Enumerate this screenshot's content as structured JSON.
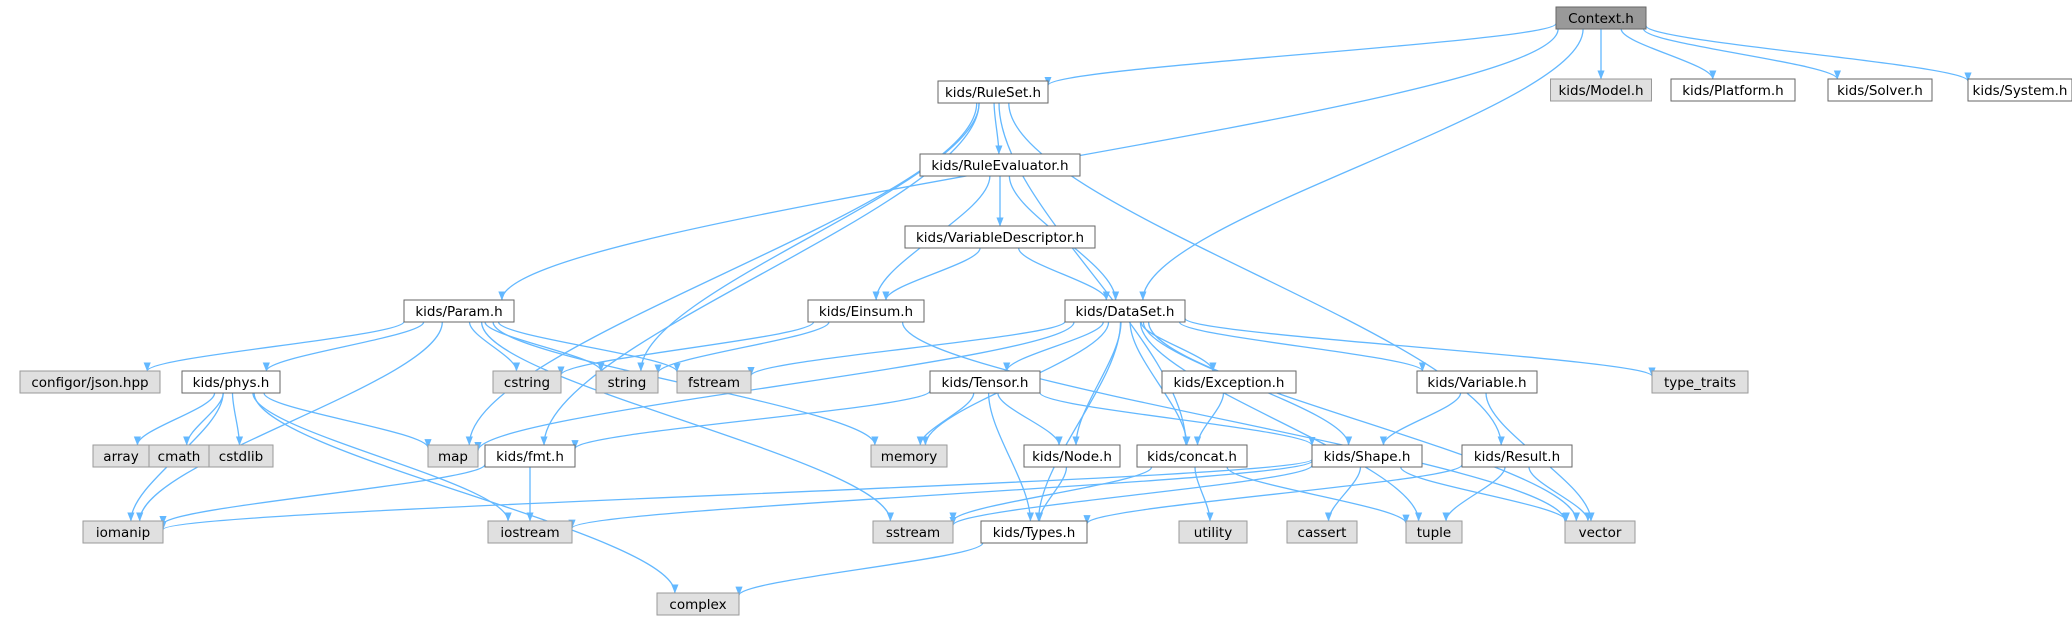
{
  "colors": {
    "edge": "#63B8FF",
    "node_fill": "#FFFFFF",
    "node_border": "#666666",
    "external_fill": "#E0E0E0",
    "external_border": "#999999",
    "root_fill": "#999999",
    "root_border": "#666666"
  },
  "nodes": [
    {
      "id": "context",
      "label": "Context.h",
      "kind": "root"
    },
    {
      "id": "model",
      "label": "kids/Model.h",
      "kind": "external"
    },
    {
      "id": "platform",
      "label": "kids/Platform.h",
      "kind": "internal"
    },
    {
      "id": "solver",
      "label": "kids/Solver.h",
      "kind": "internal"
    },
    {
      "id": "system",
      "label": "kids/System.h",
      "kind": "internal"
    },
    {
      "id": "ruleset",
      "label": "kids/RuleSet.h",
      "kind": "internal"
    },
    {
      "id": "ruleevaluator",
      "label": "kids/RuleEvaluator.h",
      "kind": "internal"
    },
    {
      "id": "variabledescriptor",
      "label": "kids/VariableDescriptor.h",
      "kind": "internal"
    },
    {
      "id": "param",
      "label": "kids/Param.h",
      "kind": "internal"
    },
    {
      "id": "einsum",
      "label": "kids/Einsum.h",
      "kind": "internal"
    },
    {
      "id": "dataset",
      "label": "kids/DataSet.h",
      "kind": "internal"
    },
    {
      "id": "configor",
      "label": "configor/json.hpp",
      "kind": "external"
    },
    {
      "id": "phys",
      "label": "kids/phys.h",
      "kind": "internal"
    },
    {
      "id": "cstring",
      "label": "cstring",
      "kind": "external"
    },
    {
      "id": "string",
      "label": "string",
      "kind": "external"
    },
    {
      "id": "fstream",
      "label": "fstream",
      "kind": "external"
    },
    {
      "id": "tensor",
      "label": "kids/Tensor.h",
      "kind": "internal"
    },
    {
      "id": "exception",
      "label": "kids/Exception.h",
      "kind": "internal"
    },
    {
      "id": "variable",
      "label": "kids/Variable.h",
      "kind": "internal"
    },
    {
      "id": "type_traits",
      "label": "type_traits",
      "kind": "external"
    },
    {
      "id": "array",
      "label": "array",
      "kind": "external"
    },
    {
      "id": "cmath",
      "label": "cmath",
      "kind": "external"
    },
    {
      "id": "cstdlib",
      "label": "cstdlib",
      "kind": "external"
    },
    {
      "id": "map",
      "label": "map",
      "kind": "external"
    },
    {
      "id": "fmt",
      "label": "kids/fmt.h",
      "kind": "internal"
    },
    {
      "id": "memory",
      "label": "memory",
      "kind": "external"
    },
    {
      "id": "node",
      "label": "kids/Node.h",
      "kind": "internal"
    },
    {
      "id": "concat",
      "label": "kids/concat.h",
      "kind": "internal"
    },
    {
      "id": "shape",
      "label": "kids/Shape.h",
      "kind": "internal"
    },
    {
      "id": "result",
      "label": "kids/Result.h",
      "kind": "internal"
    },
    {
      "id": "iomanip",
      "label": "iomanip",
      "kind": "external"
    },
    {
      "id": "iostream",
      "label": "iostream",
      "kind": "external"
    },
    {
      "id": "sstream",
      "label": "sstream",
      "kind": "external"
    },
    {
      "id": "types",
      "label": "kids/Types.h",
      "kind": "internal"
    },
    {
      "id": "utility",
      "label": "utility",
      "kind": "external"
    },
    {
      "id": "cassert",
      "label": "cassert",
      "kind": "external"
    },
    {
      "id": "tuple",
      "label": "tuple",
      "kind": "external"
    },
    {
      "id": "vector",
      "label": "vector",
      "kind": "external"
    },
    {
      "id": "complex",
      "label": "complex",
      "kind": "external"
    }
  ],
  "edges": [
    [
      "context",
      "ruleset"
    ],
    [
      "context",
      "model"
    ],
    [
      "context",
      "platform"
    ],
    [
      "context",
      "solver"
    ],
    [
      "context",
      "system"
    ],
    [
      "context",
      "param"
    ],
    [
      "context",
      "dataset"
    ],
    [
      "ruleset",
      "ruleevaluator"
    ],
    [
      "ruleset",
      "string"
    ],
    [
      "ruleset",
      "map"
    ],
    [
      "ruleset",
      "fmt"
    ],
    [
      "ruleset",
      "concat"
    ],
    [
      "ruleset",
      "result"
    ],
    [
      "ruleevaluator",
      "variabledescriptor"
    ],
    [
      "ruleevaluator",
      "einsum"
    ],
    [
      "ruleevaluator",
      "dataset"
    ],
    [
      "variabledescriptor",
      "einsum"
    ],
    [
      "variabledescriptor",
      "dataset"
    ],
    [
      "param",
      "configor"
    ],
    [
      "param",
      "phys"
    ],
    [
      "param",
      "cstring"
    ],
    [
      "param",
      "string"
    ],
    [
      "param",
      "fstream"
    ],
    [
      "param",
      "memory"
    ],
    [
      "param",
      "sstream"
    ],
    [
      "param",
      "iomanip"
    ],
    [
      "einsum",
      "cstring"
    ],
    [
      "einsum",
      "string"
    ],
    [
      "einsum",
      "vector"
    ],
    [
      "dataset",
      "fstream"
    ],
    [
      "dataset",
      "tensor"
    ],
    [
      "dataset",
      "exception"
    ],
    [
      "dataset",
      "variable"
    ],
    [
      "dataset",
      "type_traits"
    ],
    [
      "dataset",
      "memory"
    ],
    [
      "dataset",
      "map"
    ],
    [
      "dataset",
      "node"
    ],
    [
      "dataset",
      "concat"
    ],
    [
      "dataset",
      "shape"
    ],
    [
      "dataset",
      "types"
    ],
    [
      "dataset",
      "tuple"
    ],
    [
      "dataset",
      "vector"
    ],
    [
      "phys",
      "array"
    ],
    [
      "phys",
      "cmath"
    ],
    [
      "phys",
      "cstdlib"
    ],
    [
      "phys",
      "map"
    ],
    [
      "phys",
      "iomanip"
    ],
    [
      "phys",
      "iostream"
    ],
    [
      "phys",
      "complex"
    ],
    [
      "tensor",
      "fmt"
    ],
    [
      "tensor",
      "memory"
    ],
    [
      "tensor",
      "node"
    ],
    [
      "tensor",
      "shape"
    ],
    [
      "tensor",
      "types"
    ],
    [
      "exception",
      "concat"
    ],
    [
      "variable",
      "shape"
    ],
    [
      "variable",
      "vector"
    ],
    [
      "fmt",
      "iomanip"
    ],
    [
      "fmt",
      "iostream"
    ],
    [
      "node",
      "types"
    ],
    [
      "concat",
      "sstream"
    ],
    [
      "concat",
      "utility"
    ],
    [
      "concat",
      "tuple"
    ],
    [
      "shape",
      "iostream"
    ],
    [
      "shape",
      "sstream"
    ],
    [
      "shape",
      "cassert"
    ],
    [
      "shape",
      "vector"
    ],
    [
      "shape",
      "iomanip"
    ],
    [
      "result",
      "types"
    ],
    [
      "result",
      "tuple"
    ],
    [
      "result",
      "vector"
    ],
    [
      "types",
      "complex"
    ]
  ]
}
